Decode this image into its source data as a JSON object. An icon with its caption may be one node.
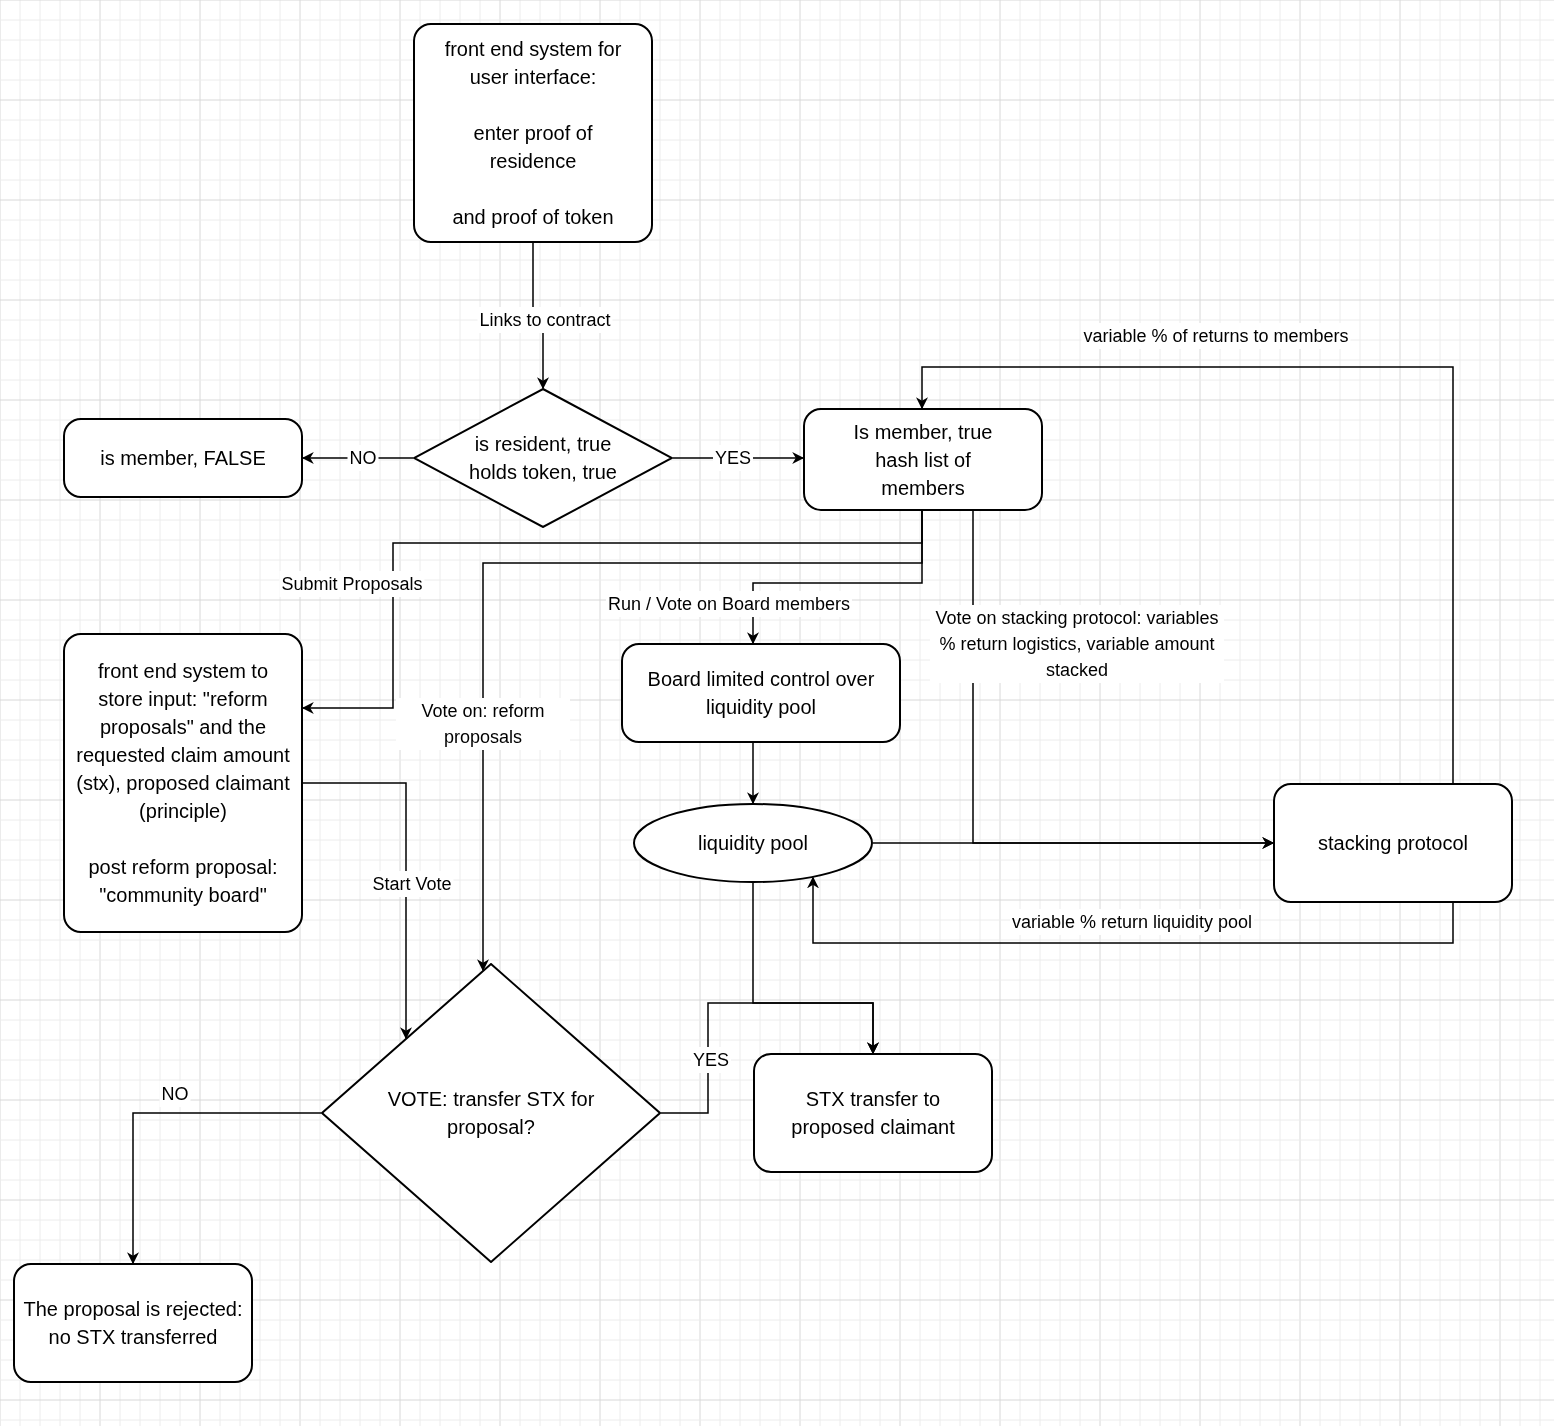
{
  "diagram": {
    "nodes": [
      {
        "text": [
          "front end system for user interface:",
          "enter proof of residence",
          "and proof of token"
        ]
      },
      {
        "text": [
          "is resident, true holds token, true"
        ]
      },
      {
        "text": [
          "is member, FALSE"
        ]
      },
      {
        "text": [
          "Is member, true hash list of members"
        ]
      },
      {
        "text": [
          "front end system to store input: \"reform proposals\" and the requested claim amount (stx), proposed claimant (principle)",
          "post reform proposal: \"community board\""
        ]
      },
      {
        "text": [
          "Board limited control over liquidity pool"
        ]
      },
      {
        "text": [
          "liquidity pool"
        ]
      },
      {
        "text": [
          "stacking protocol"
        ]
      },
      {
        "text": [
          "VOTE: transfer STX for proposal?"
        ]
      },
      {
        "text": [
          "STX transfer to proposed claimant"
        ]
      },
      {
        "text": [
          "The proposal is rejected: no STX transferred"
        ]
      }
    ],
    "edges": [
      {
        "from": 0,
        "to": 1,
        "arrow": "to",
        "label": "Links to contract"
      },
      {
        "from": 1,
        "to": 2,
        "arrow": "to",
        "label": "NO"
      },
      {
        "from": 1,
        "to": 3,
        "arrow": "to",
        "label": "YES"
      },
      {
        "from": 3,
        "to": 4,
        "arrow": "to",
        "label": "Submit Proposals"
      },
      {
        "from": 3,
        "to": 8,
        "arrow": "to",
        "label": "Vote on: reform proposals"
      },
      {
        "from": 3,
        "to": 5,
        "arrow": "to",
        "label": "Run / Vote on Board members"
      },
      {
        "from": 3,
        "to": 7,
        "arrow": "to",
        "label": "Vote on stacking protocol: variables % return logistics, variable amount stacked"
      },
      {
        "from": 6,
        "to": 7,
        "arrow": "to"
      },
      {
        "from": 7,
        "to": 3,
        "arrow": "to",
        "label": "variable % of returns to members"
      },
      {
        "from": 7,
        "to": 6,
        "arrow": "to",
        "label": "variable % return liquidity pool"
      },
      {
        "from": 5,
        "to": 6,
        "arrow": "to"
      },
      {
        "from": 4,
        "to": 8,
        "arrow": "to",
        "label": "Start Vote"
      },
      {
        "from": 8,
        "to": 9,
        "arrow": "to",
        "label": "YES"
      },
      {
        "from": 6,
        "to": 9,
        "arrow": "to"
      },
      {
        "from": 8,
        "to": 10,
        "arrow": "to",
        "label": "NO"
      }
    ]
  }
}
